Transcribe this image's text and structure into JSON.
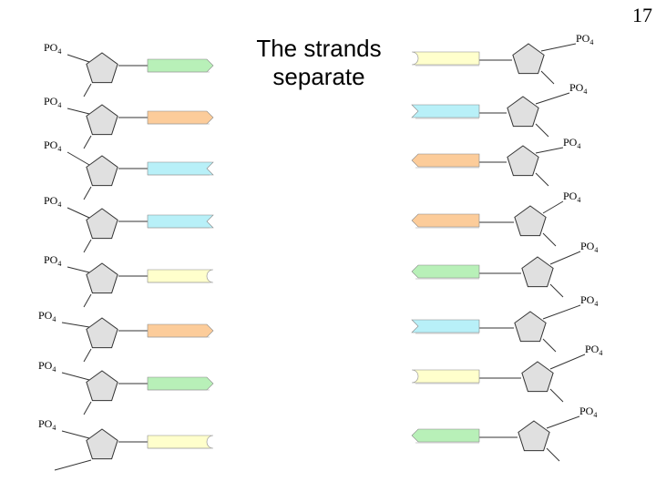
{
  "page_number": "17",
  "title": "The strands\nseparate",
  "phosphate_label": {
    "main": "PO",
    "sub": "4"
  },
  "colors": {
    "A": "#b8f0b8",
    "T": "#ffffcc",
    "G": "#fccc9a",
    "C": "#b8f0f8",
    "sugar": "#e0e0e0",
    "stroke": "#333333"
  },
  "left_strand": {
    "bases": [
      "A",
      "G",
      "C",
      "C",
      "T",
      "G",
      "A",
      "T"
    ]
  },
  "right_strand": {
    "bases": [
      "T",
      "C",
      "G",
      "G",
      "A",
      "C",
      "T",
      "A"
    ]
  }
}
